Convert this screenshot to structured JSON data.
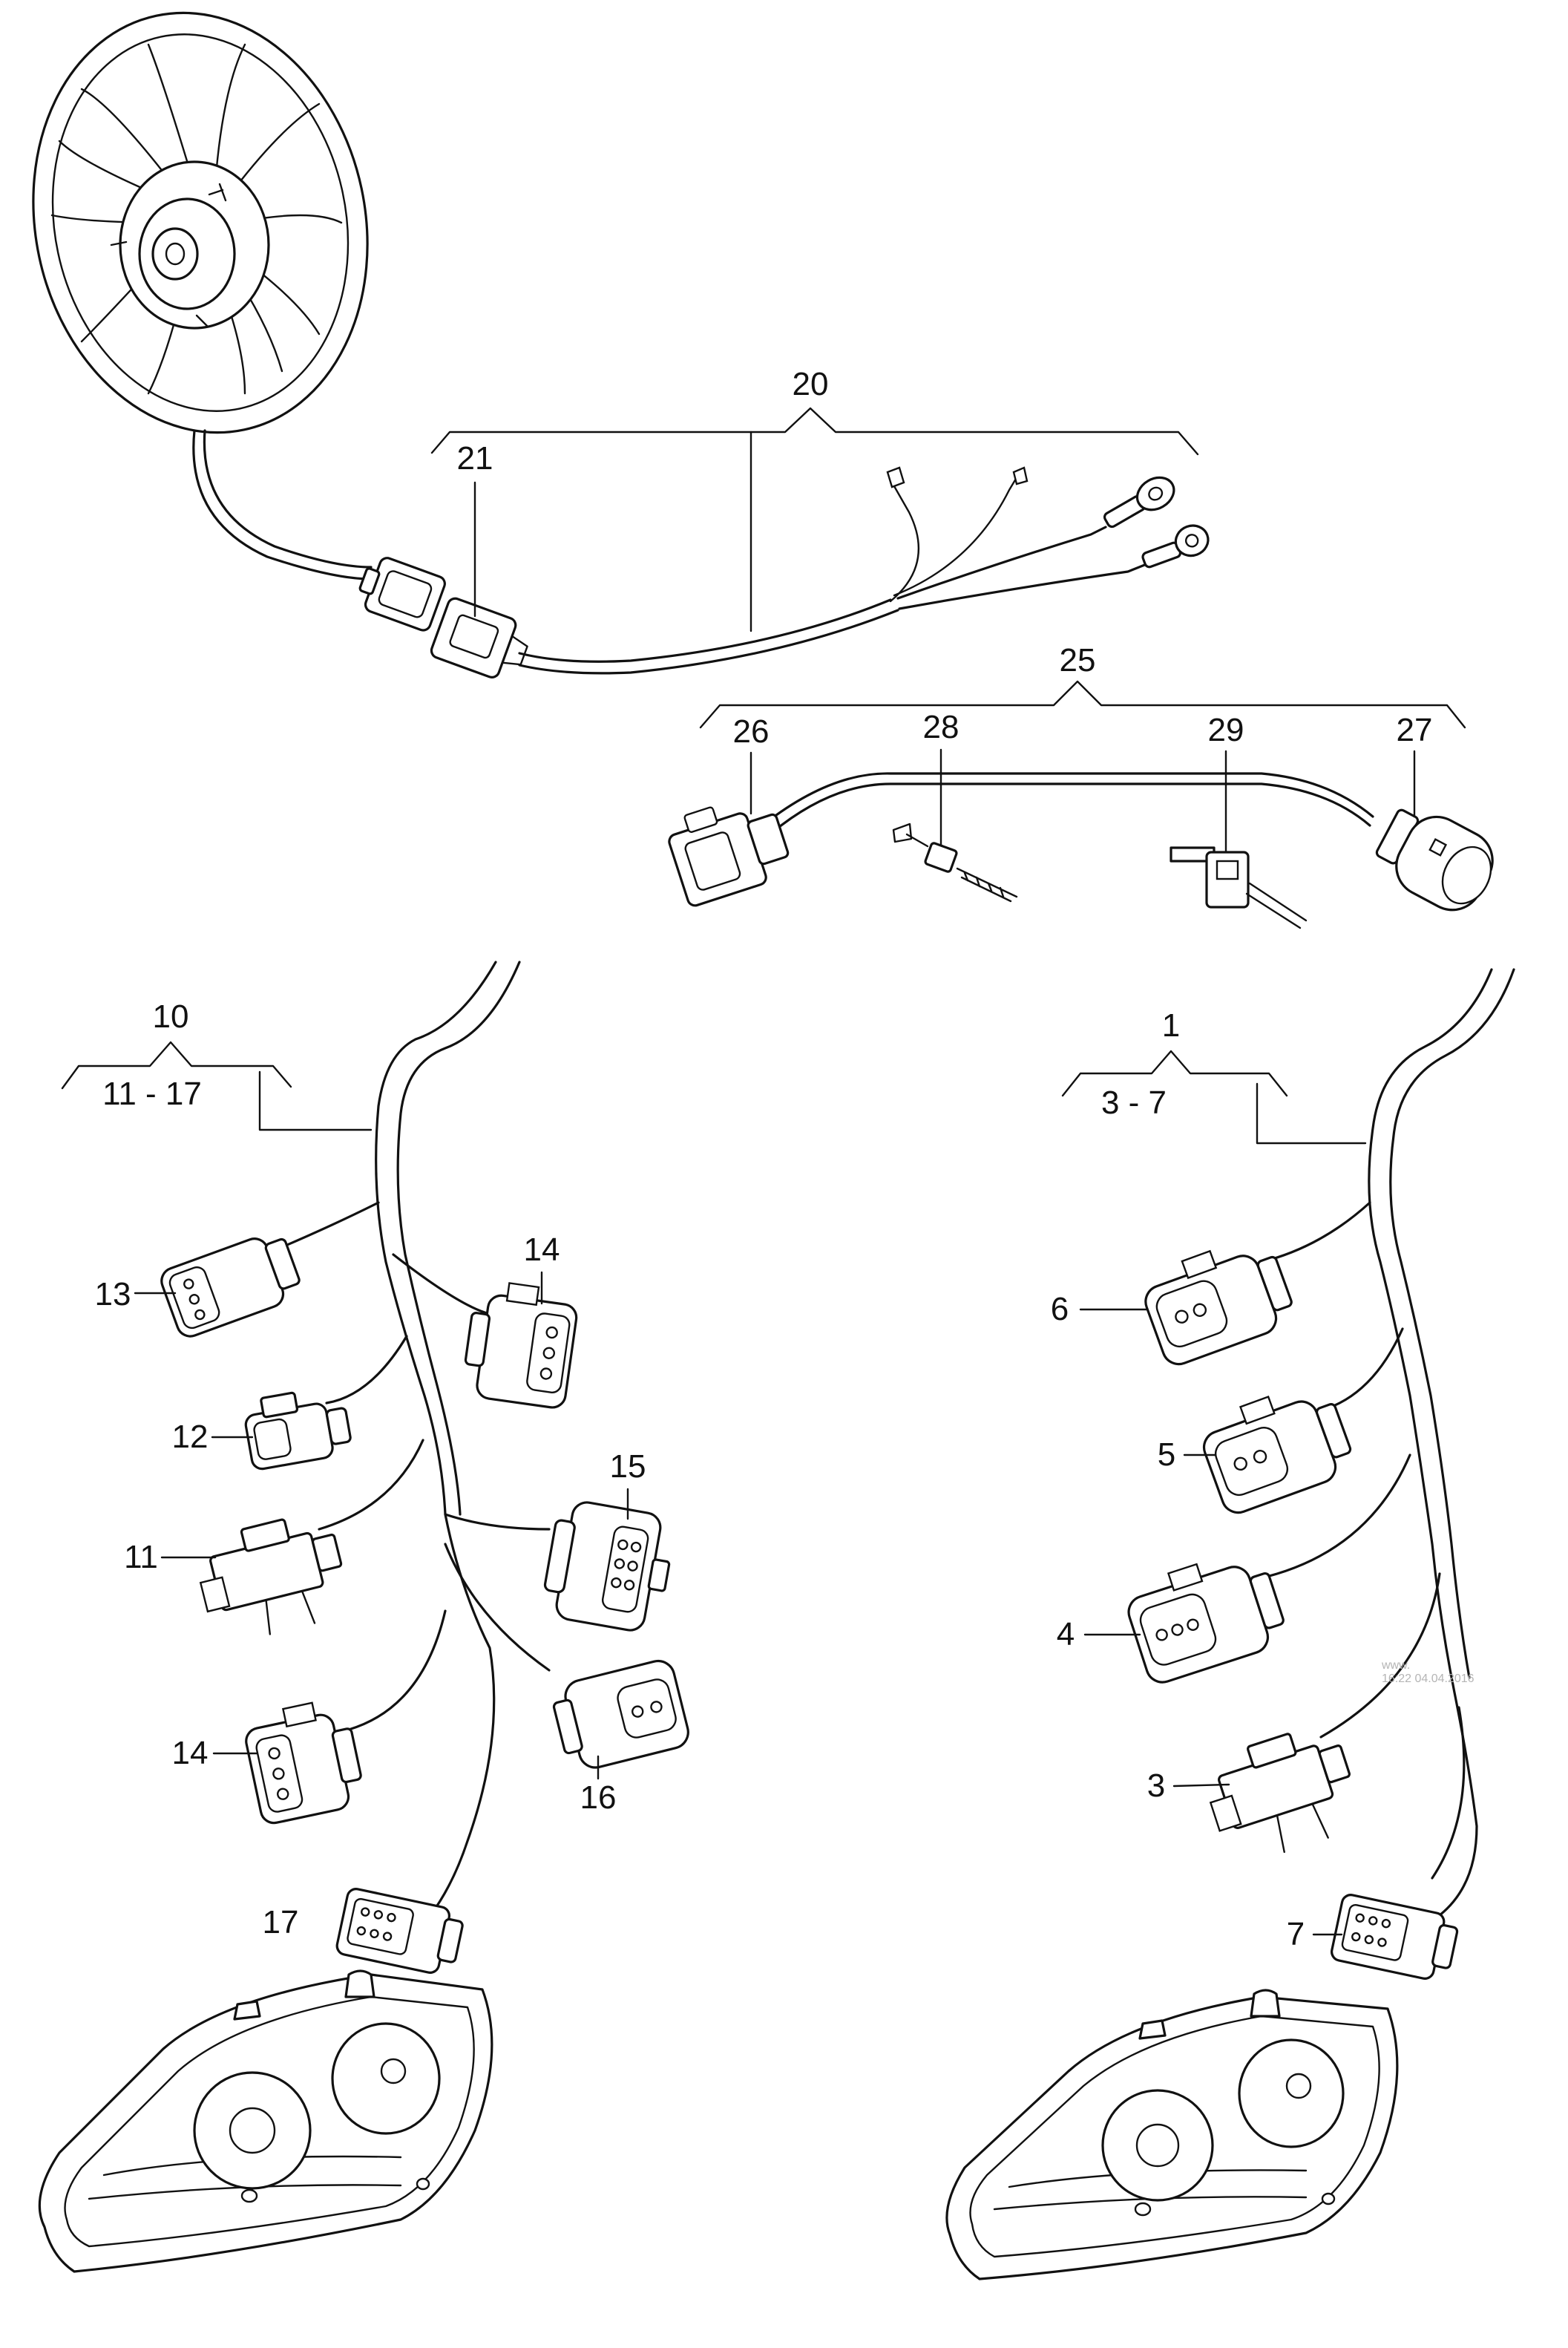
{
  "callouts": {
    "c1": "1",
    "c3_7": "3 - 7",
    "c3": "3",
    "c4": "4",
    "c5": "5",
    "c6": "6",
    "c7": "7",
    "c10": "10",
    "c11_17": "11 - 17",
    "c11": "11",
    "c12": "12",
    "c13": "13",
    "c14a": "14",
    "c14b": "14",
    "c15": "15",
    "c16": "16",
    "c17": "17",
    "c20": "20",
    "c21": "21",
    "c25": "25",
    "c26": "26",
    "c27": "27",
    "c28": "28",
    "c29": "29"
  },
  "watermark": {
    "line1": "www.",
    "line2": "16:22 04.04.2016"
  },
  "icons": [
    "radiator-fan",
    "connector",
    "cable-tie",
    "headlight"
  ]
}
